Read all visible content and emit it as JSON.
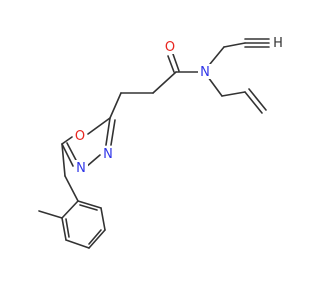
{
  "molecule": {
    "atoms": {
      "carbonyl_oxygen": {
        "label": "O",
        "color": "#e8251f"
      },
      "amide_nitrogen": {
        "label": "N",
        "color": "#2f35e8"
      },
      "ring_oxygen": {
        "label": "O",
        "color": "#e8251f"
      },
      "ring_nitrogen_upper": {
        "label": "N",
        "color": "#2f35e8"
      },
      "ring_nitrogen_lower": {
        "label": "N",
        "color": "#2f35e8"
      },
      "alkyne_hydrogen": {
        "label": "H",
        "color": "#333333"
      }
    },
    "bond_color": "#333333"
  }
}
